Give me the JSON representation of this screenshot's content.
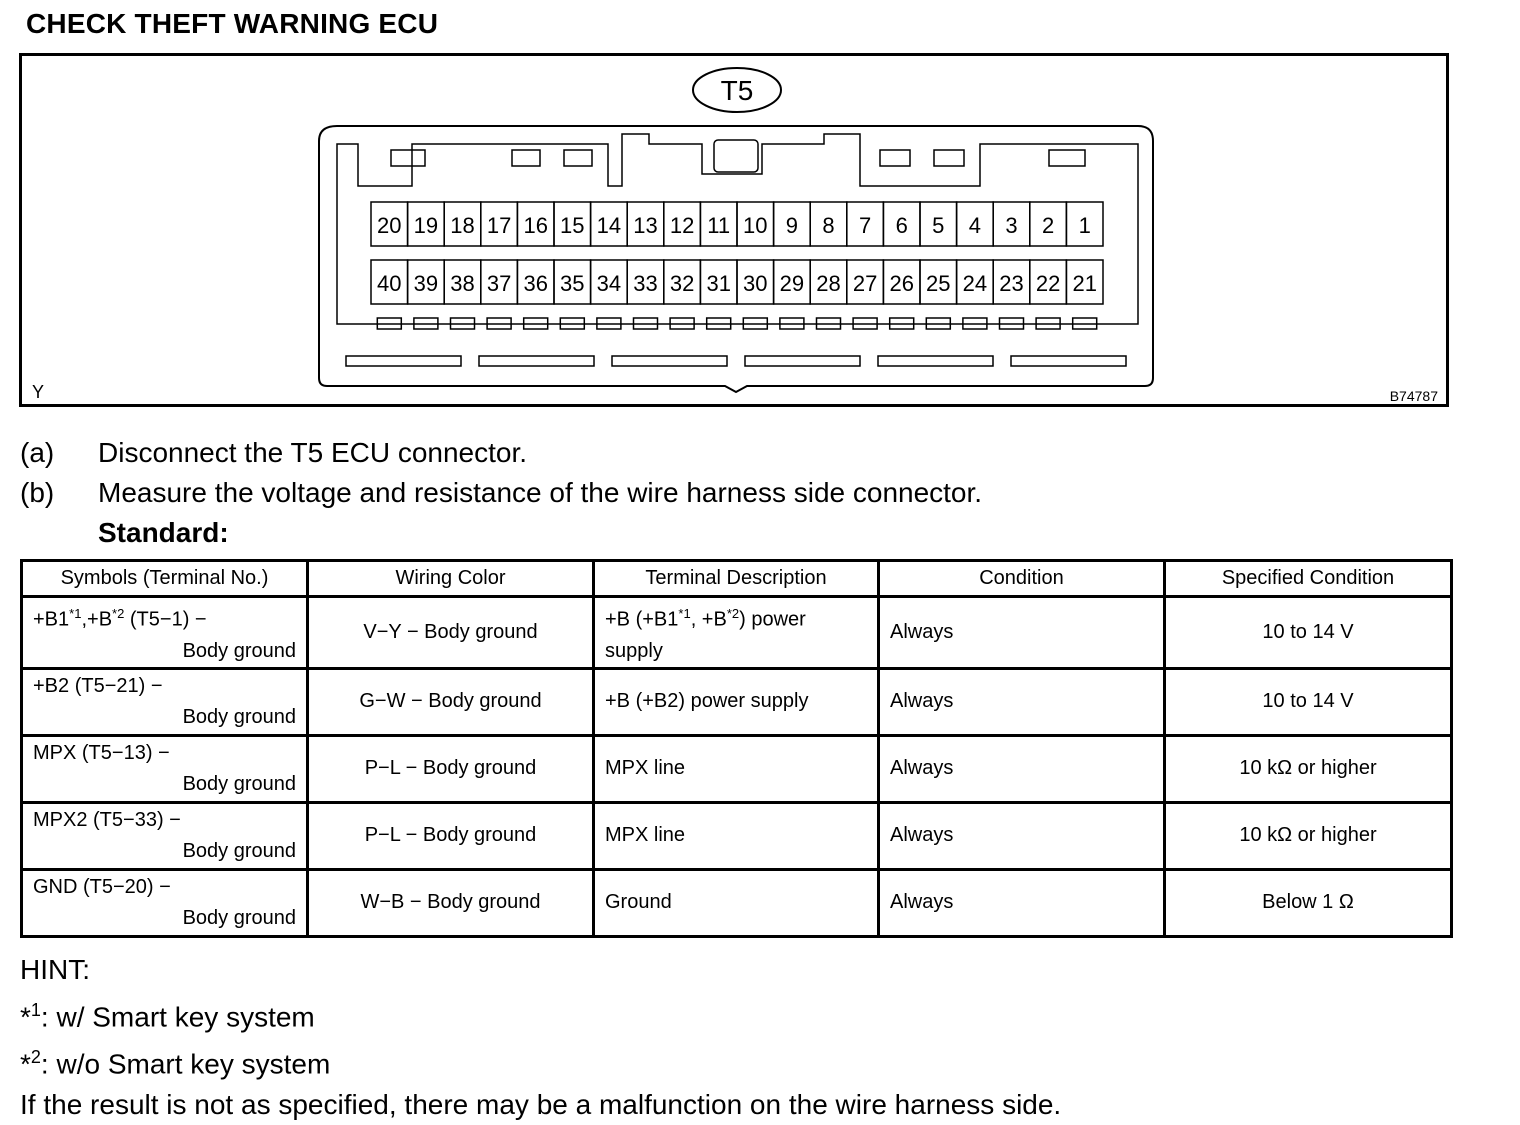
{
  "title": "CHECK THEFT WARNING ECU",
  "figure": {
    "connector_label": "T5",
    "corner_label": "Y",
    "figure_code": "B74787",
    "top_row": [
      "20",
      "19",
      "18",
      "17",
      "16",
      "15",
      "14",
      "13",
      "12",
      "11",
      "10",
      "9",
      "8",
      "7",
      "6",
      "5",
      "4",
      "3",
      "2",
      "1"
    ],
    "bottom_row": [
      "40",
      "39",
      "38",
      "37",
      "36",
      "35",
      "34",
      "33",
      "32",
      "31",
      "30",
      "29",
      "28",
      "27",
      "26",
      "25",
      "24",
      "23",
      "22",
      "21"
    ]
  },
  "steps": [
    {
      "label": "(a)",
      "text": "Disconnect the T5 ECU connector."
    },
    {
      "label": "(b)",
      "text": "Measure the voltage and resistance of the wire harness side connector."
    }
  ],
  "standard_label": "Standard:",
  "table": {
    "headers": [
      "Symbols (Terminal No.)",
      "Wiring  Color",
      "Terminal Description",
      "Condition",
      "Specified Condition"
    ],
    "rows": [
      {
        "sym_a": "+B1",
        "sup_a": "*1",
        "sym_b": ",+B",
        "sup_b": "*2",
        "sym_c": " (T5−1) −",
        "sym2": "Body ground",
        "color": "V−Y − Body ground",
        "desc_a": "+B (+B1",
        "dsup_a": "*1",
        "desc_b": ", +B",
        "dsup_b": "*2",
        "desc_c": ") power",
        "desc2": "supply",
        "cond": "Always",
        "spec": "10 to 14 V"
      },
      {
        "sym1": "+B2 (T5−21) −",
        "sym2": "Body ground",
        "color": "G−W − Body ground",
        "desc": "+B (+B2) power supply",
        "cond": "Always",
        "spec": "10 to 14 V"
      },
      {
        "sym1": "MPX (T5−13) −",
        "sym2": "Body ground",
        "color": "P−L − Body ground",
        "desc": "MPX line",
        "cond": "Always",
        "spec": "10 kΩ or higher"
      },
      {
        "sym1": "MPX2 (T5−33) −",
        "sym2": "Body ground",
        "color": "P−L − Body ground",
        "desc": "MPX line",
        "cond": "Always",
        "spec": "10 kΩ or higher"
      },
      {
        "sym1": "GND (T5−20) −",
        "sym2": "Body ground",
        "color": "W−B − Body ground",
        "desc": "Ground",
        "cond": "Always",
        "spec": "Below 1 Ω"
      }
    ]
  },
  "hint": {
    "label": "HINT:",
    "note1_mark": "*",
    "note1_sup": "1",
    "note1_text": ": w/ Smart key system",
    "note2_mark": "*",
    "note2_sup": "2",
    "note2_text": ": w/o Smart key system",
    "result": "If the result is not as specified, there may be a malfunction on the wire harness side."
  }
}
